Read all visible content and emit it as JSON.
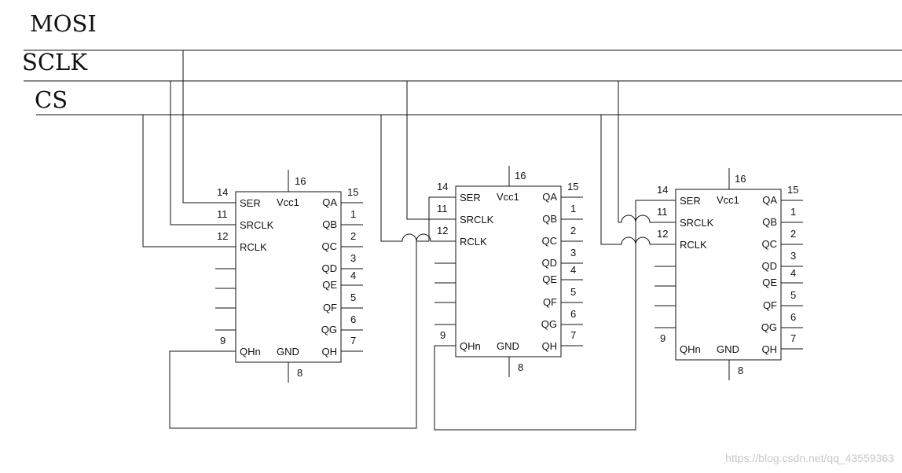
{
  "buses": {
    "mosi": "MOSI",
    "sclk": "SCLK",
    "cs": "CS"
  },
  "chip": {
    "ser": "SER",
    "srclk": "SRCLK",
    "rclk": "RCLK",
    "vcc": "Vcc1",
    "qhn": "QHn",
    "gnd": "GND",
    "qa": "QA",
    "qb": "QB",
    "qc": "QC",
    "qd": "QD",
    "qe": "QE",
    "qf": "QF",
    "qg": "QG",
    "qh": "QH"
  },
  "pins": {
    "ser": "14",
    "srclk": "11",
    "rclk": "12",
    "vcc": "16",
    "qhn": "9",
    "gnd": "8",
    "qa": "15",
    "qb": "1",
    "qc": "2",
    "qd": "3",
    "qe": "4",
    "qf": "5",
    "qg": "6",
    "qh": "7"
  },
  "watermark": "https://blog.csdn.net/qq_43559363"
}
